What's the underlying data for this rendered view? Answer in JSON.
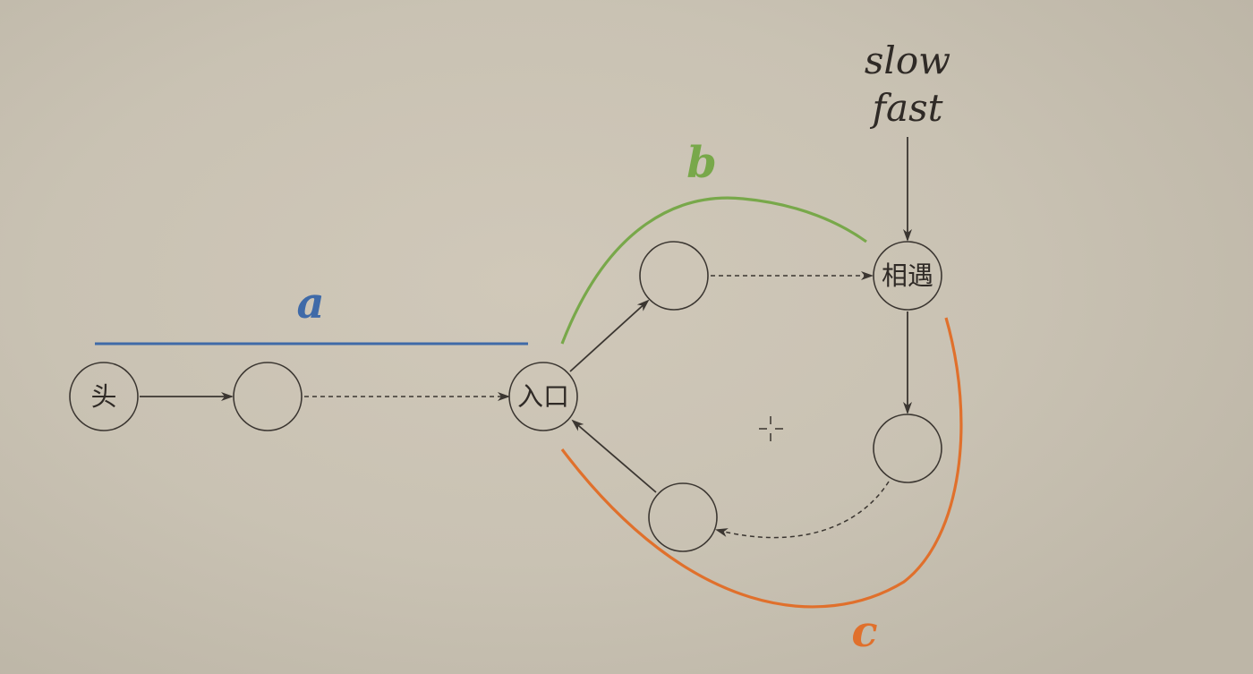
{
  "nodes": {
    "head": "头",
    "entrance": "入口",
    "meet": "相遇"
  },
  "pointers": {
    "slow": "slow",
    "fast": "fast"
  },
  "segments": {
    "a": {
      "label": "a",
      "color": "#3f6aa8"
    },
    "b": {
      "label": "b",
      "color": "#78a84a"
    },
    "c": {
      "label": "c",
      "color": "#e0702c"
    }
  },
  "colors": {
    "background": "#cbc4b5",
    "stroke": "#3b3631"
  }
}
